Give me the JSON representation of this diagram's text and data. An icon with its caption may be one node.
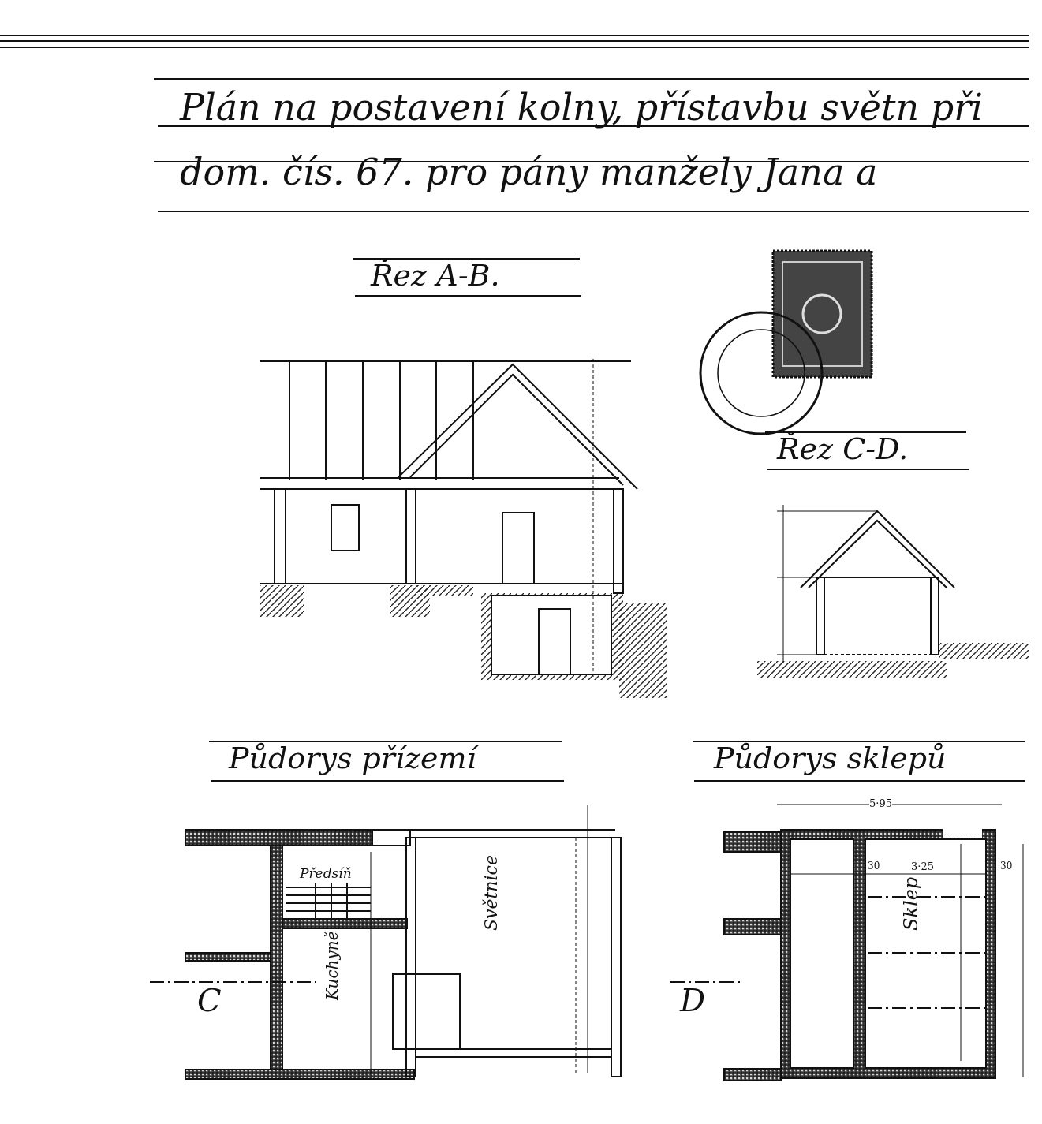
{
  "diagram": {
    "title": "Plán na postavení kolny, přístavbu světn při dom. čís. 67. pro pány manžely Jana a",
    "labels": [
      "Řez A-B.",
      "Řez C-D.",
      "Půdorys přízemí",
      "Půdorys sklepů",
      "Předsíň",
      "Kuchyně",
      "Světnice",
      "C",
      "D",
      "5·95",
      "30",
      "3·25",
      "30",
      "Sklep"
    ]
  }
}
